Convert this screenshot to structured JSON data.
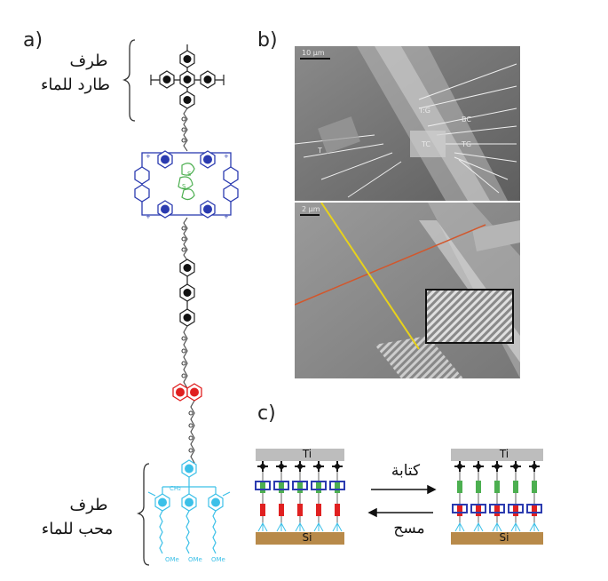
{
  "panels": {
    "a_label": "a)",
    "b_label": "b)",
    "c_label": "c)"
  },
  "panel_a": {
    "top_label_line1": "طرف",
    "top_label_line2": "طارد للماء",
    "bottom_label_line1": "طرف",
    "bottom_label_line2": "محب للماء",
    "ch2_label": "CH₂",
    "ome_label": "OMe"
  },
  "panel_b": {
    "top_scale": "10 µm",
    "bottom_scale": "2 µm",
    "labels": {
      "tg1": "T:G",
      "bc": "BC",
      "tg2": "TG",
      "t": "T",
      "tc": "TC"
    }
  },
  "panel_c": {
    "top_electrode": "Ti",
    "bottom_electrode": "Si",
    "write_label": "كتابة",
    "erase_label": "مسح"
  },
  "colors": {
    "black_ring": "#1a1a1a",
    "blue_ring": "#2b3bb0",
    "green_thiophene": "#4caf50",
    "red_ring": "#e02020",
    "cyan_dendron": "#3cc0e8",
    "ti_gray": "#bdbdbd",
    "si_brown": "#b88a4a",
    "orange_line": "#d2572c",
    "yellow_line": "#e8d21a"
  }
}
